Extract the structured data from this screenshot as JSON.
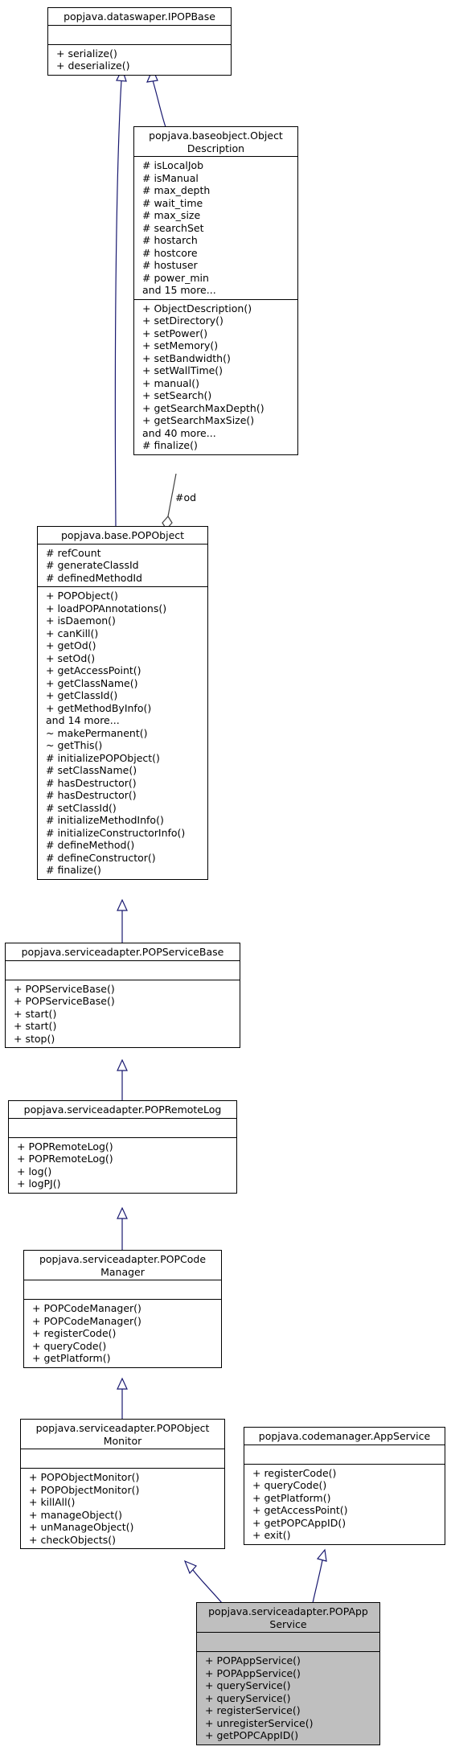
{
  "classes": {
    "ipopbase": {
      "name": [
        "popjava.dataswaper.IPOPBase"
      ],
      "attributes": [],
      "methods": [
        "+ serialize()",
        "+ deserialize()"
      ]
    },
    "objectdescription": {
      "name": [
        "popjava.baseobject.Object",
        "Description"
      ],
      "attributes": [
        "# isLocalJob",
        "# isManual",
        "# max_depth",
        "# wait_time",
        "# max_size",
        "# searchSet",
        "# hostarch",
        "# hostcore",
        "# hostuser",
        "# power_min",
        "and 15 more..."
      ],
      "methods": [
        "+ ObjectDescription()",
        "+ setDirectory()",
        "+ setPower()",
        "+ setMemory()",
        "+ setBandwidth()",
        "+ setWallTime()",
        "+ manual()",
        "+ setSearch()",
        "+ getSearchMaxDepth()",
        "+ getSearchMaxSize()",
        "and 40 more...",
        "# finalize()"
      ]
    },
    "popobject": {
      "name": [
        "popjava.base.POPObject"
      ],
      "attributes": [
        "# refCount",
        "# generateClassId",
        "# definedMethodId"
      ],
      "methods": [
        "+ POPObject()",
        "+ loadPOPAnnotations()",
        "+ isDaemon()",
        "+ canKill()",
        "+ getOd()",
        "+ setOd()",
        "+ getAccessPoint()",
        "+ getClassName()",
        "+ getClassId()",
        "+ getMethodByInfo()",
        "and 14 more...",
        "~ makePermanent()",
        "~ getThis()",
        "# initializePOPObject()",
        "# setClassName()",
        "# hasDestructor()",
        "# hasDestructor()",
        "# setClassId()",
        "# initializeMethodInfo()",
        "# initializeConstructorInfo()",
        "# defineMethod()",
        "# defineConstructor()",
        "# finalize()"
      ]
    },
    "popservicebase": {
      "name": [
        "popjava.serviceadapter.POPServiceBase"
      ],
      "attributes": [],
      "methods": [
        "+ POPServiceBase()",
        "+ POPServiceBase()",
        "+ start()",
        "+ start()",
        "+ stop()"
      ]
    },
    "popremotelog": {
      "name": [
        "popjava.serviceadapter.POPRemoteLog"
      ],
      "attributes": [],
      "methods": [
        "+ POPRemoteLog()",
        "+ POPRemoteLog()",
        "+ log()",
        "+ logPJ()"
      ]
    },
    "popcodemanager": {
      "name": [
        "popjava.serviceadapter.POPCode",
        "Manager"
      ],
      "attributes": [],
      "methods": [
        "+ POPCodeManager()",
        "+ POPCodeManager()",
        "+ registerCode()",
        "+ queryCode()",
        "+ getPlatform()"
      ]
    },
    "popobjectmonitor": {
      "name": [
        "popjava.serviceadapter.POPObject",
        "Monitor"
      ],
      "attributes": [],
      "methods": [
        "+ POPObjectMonitor()",
        "+ POPObjectMonitor()",
        "+ killAll()",
        "+ manageObject()",
        "+ unManageObject()",
        "+ checkObjects()"
      ]
    },
    "appservice": {
      "name": [
        "popjava.codemanager.AppService"
      ],
      "attributes": [],
      "methods": [
        "+ registerCode()",
        "+ queryCode()",
        "+ getPlatform()",
        "+ getAccessPoint()",
        "+ getPOPCAppID()",
        "+ exit()"
      ]
    },
    "popappservice": {
      "name": [
        "popjava.serviceadapter.POPApp",
        "Service"
      ],
      "attributes": [],
      "methods": [
        "+ POPAppService()",
        "+ POPAppService()",
        "+ queryService()",
        "+ queryService()",
        "+ registerService()",
        "+ unregisterService()",
        "+ getPOPCAppID()"
      ]
    }
  },
  "association_label": "#od",
  "colors": {
    "inheritance_edge": "#191970",
    "association_edge": "#404040",
    "current_class_fill": "#bfbfbf",
    "border": "#000000"
  }
}
